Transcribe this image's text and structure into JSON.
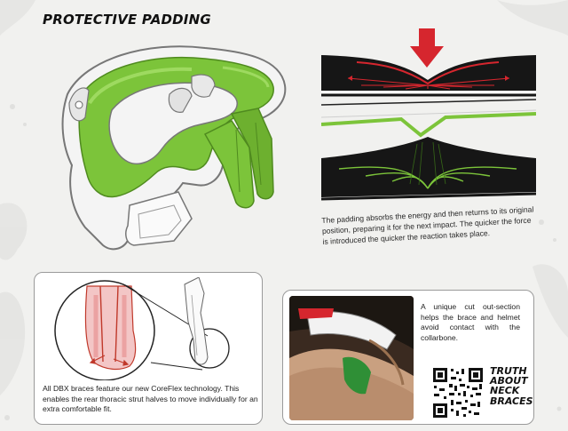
{
  "page": {
    "heading": "PROTECTIVE PADDING",
    "absorb_text": "The padding absorbs the energy and then returns to its original position, preparing it for the next impact. The quicker the force is introduced the quicker the reaction takes place."
  },
  "coreflex_panel": {
    "text": "All DBX braces feature our new CoreFlex technology. This enables the rear thoracic strut halves to move individually for an extra comfortable fit."
  },
  "cutout_panel": {
    "text": "A unique cut out-section helps the brace and helmet avoid contact with the collarbone."
  },
  "truth_badge": {
    "line1": "TRUTH",
    "line2": "ABOUT",
    "line3": "NECK",
    "line4": "BRACES"
  },
  "icons": [
    "down-arrow-icon",
    "qr-code-icon"
  ],
  "colors": {
    "accent_green": "#7cc43a",
    "impact_red": "#d6262e",
    "panel_dark": "#161616"
  }
}
